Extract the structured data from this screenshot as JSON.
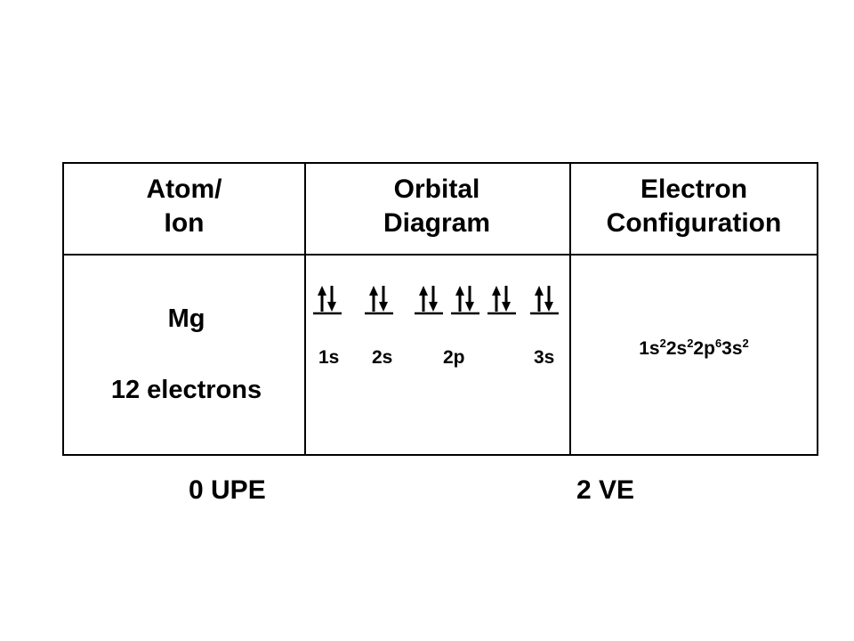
{
  "table": {
    "headers": [
      {
        "line1": "Atom/",
        "line2": "Ion"
      },
      {
        "line1": "Orbital",
        "line2": "Diagram"
      },
      {
        "line1": "Electron",
        "line2": "Configuration"
      }
    ],
    "atom": {
      "symbol": "Mg",
      "electrons": "12 electrons"
    },
    "orbitals": [
      {
        "label": "1s",
        "boxes": [
          2
        ]
      },
      {
        "label": "2s",
        "boxes": [
          2
        ]
      },
      {
        "label": "2p",
        "boxes": [
          2,
          2,
          2
        ]
      },
      {
        "label": "3s",
        "boxes": [
          2
        ]
      }
    ],
    "configuration": [
      {
        "base": "1s",
        "exp": "2"
      },
      {
        "base": "2s",
        "exp": "2"
      },
      {
        "base": "2p",
        "exp": "6"
      },
      {
        "base": "3s",
        "exp": "2"
      }
    ]
  },
  "footer": {
    "upe": "0 UPE",
    "ve": "2 VE"
  }
}
